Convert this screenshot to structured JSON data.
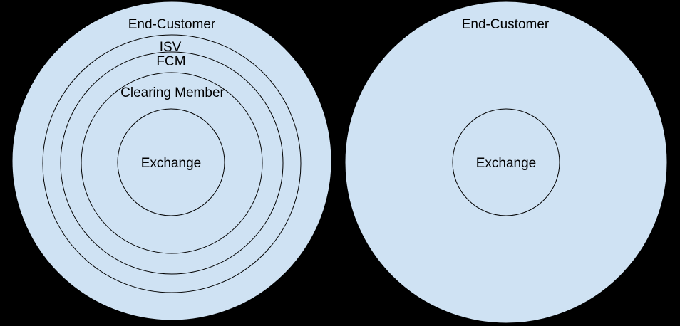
{
  "colors": {
    "background": "#000000",
    "circle_fill": "#cfe2f3",
    "circle_stroke": "#000000",
    "text": "#000000"
  },
  "left_diagram": {
    "labels": {
      "end_customer": "End-Customer",
      "isv": "ISV",
      "fcm": "FCM",
      "clearing_member": "Clearing Member",
      "exchange": "Exchange"
    }
  },
  "right_diagram": {
    "labels": {
      "end_customer": "End-Customer",
      "exchange": "Exchange"
    }
  }
}
